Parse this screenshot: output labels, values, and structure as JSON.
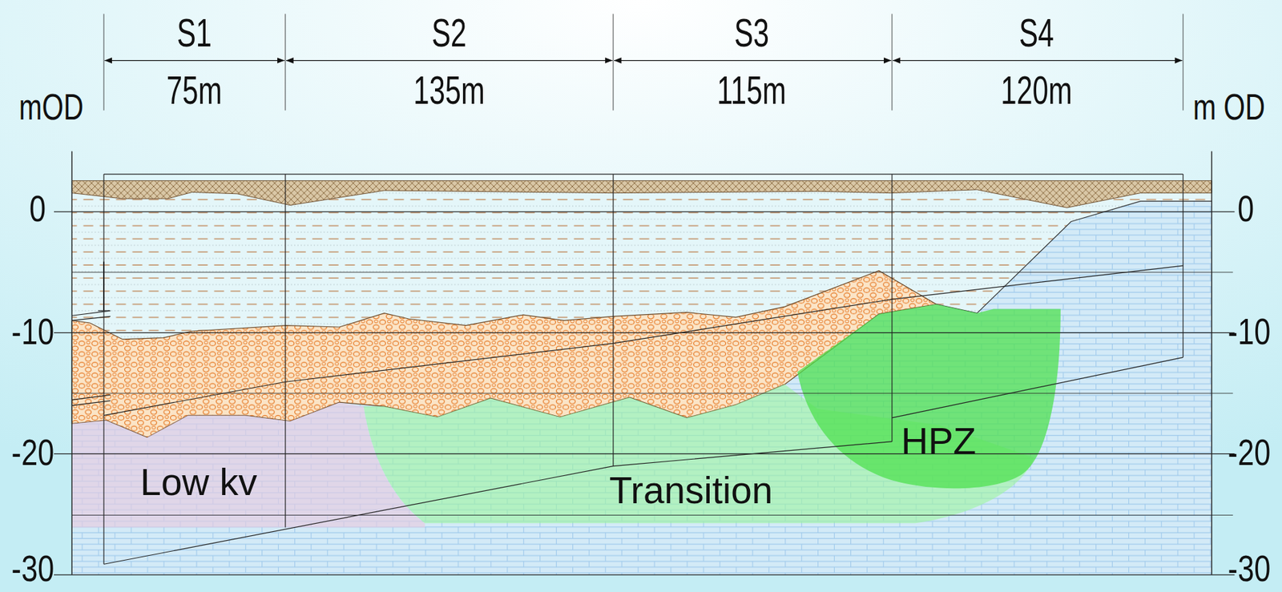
{
  "diagram": {
    "nodes": [
      {
        "text": [
          "Low kv"
        ]
      },
      {
        "text": [
          "Transition"
        ]
      },
      {
        "text": [
          "HPZ"
        ]
      }
    ],
    "labels": [
      "mOD",
      "S1",
      "75m",
      "S2",
      "135m",
      "S3",
      "115m",
      "S4",
      "120m",
      "m OD",
      "0",
      "-10",
      "-20",
      "-30",
      "0",
      "-10",
      "-20",
      "-30"
    ]
  }
}
